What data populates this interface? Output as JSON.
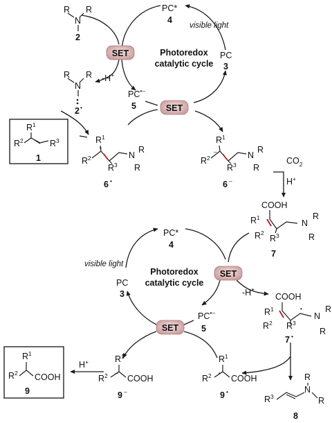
{
  "top_cycle": {
    "caption_line1": "Photoredox",
    "caption_line2": "catalytic cycle",
    "visible_light": "visible light",
    "pc_star": "PC*",
    "pc_star_num": "4",
    "pc": "PC",
    "pc_num": "3",
    "pc_minus": "PC",
    "pc_minus_num": "5",
    "set_upper": "SET",
    "set_lower": "SET",
    "minus_h": "-H",
    "amine_num": "2",
    "amine_radical_num": "2",
    "alkene_num": "1",
    "radical_adduct_num": "6",
    "carbanion_num": "6",
    "co2": "CO",
    "h_plus": "H"
  },
  "bottom_cycle": {
    "caption_line1": "Photoredox",
    "caption_line2": "catalytic cycle",
    "visible_light": "visible light",
    "pc_star": "PC*",
    "pc_star_num": "4",
    "pc": "PC",
    "pc_num": "3",
    "pc_minus": "PC",
    "pc_minus_num": "5",
    "set_right": "SET",
    "set_left": "SET",
    "minus_h": "-H",
    "acid_num": "7",
    "radical_num": "7",
    "enamine_num": "8",
    "product_num": "9",
    "anion_num": "9",
    "acid_radical_num": "9",
    "h_plus": "H",
    "cooh": "COOH"
  },
  "atoms": {
    "R": "R",
    "N": "N",
    "R1": "1",
    "R2": "2",
    "R3": "3"
  }
}
